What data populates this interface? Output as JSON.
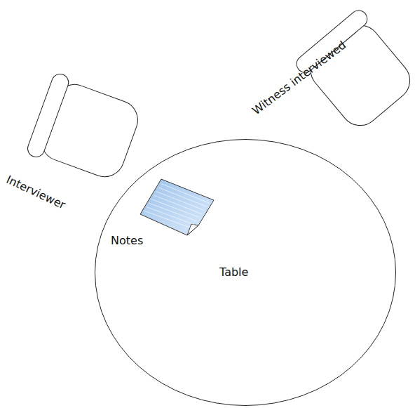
{
  "diagram": {
    "nodes": [
      {
        "text": [
          "Interviewer"
        ]
      },
      {
        "text": [
          "Witness interviewed"
        ]
      },
      {
        "text": [
          "Table"
        ]
      },
      {
        "text": [
          "Notes"
        ],
        "in": 2
      }
    ]
  }
}
